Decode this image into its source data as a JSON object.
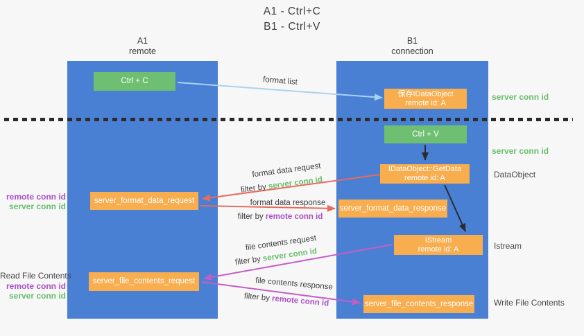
{
  "title": {
    "line1": "A1 - Ctrl+C",
    "line2": "B1 - Ctrl+V"
  },
  "lanes": {
    "left": {
      "header_line1": "A1",
      "header_line2": "remote"
    },
    "right": {
      "header_line1": "B1",
      "header_line2": "connection"
    }
  },
  "nodes": {
    "ctrl_c": "Ctrl + C",
    "save_idataobject": {
      "line1": "保存IDataObject",
      "line2": "remote id: A"
    },
    "ctrl_v": "Ctrl + V",
    "getdata": {
      "line1": "IDataObject::GetData",
      "line2": "remote id: A"
    },
    "istream": {
      "line1": "IStream",
      "line2": "remote id: A"
    },
    "format_request": "server_format_data_request",
    "format_response": "server_format_data_response",
    "file_request": "server_file_contents_request",
    "file_response": "server_file_contents_response"
  },
  "arrow_labels": {
    "format_list": "format list",
    "format_request": {
      "text": "format data request",
      "filter_prefix": "filter by ",
      "filter_key": "server conn id"
    },
    "format_response": {
      "text": "format data response",
      "filter_prefix": "filter by ",
      "filter_key": "remote conn id"
    },
    "file_request": {
      "text": "file contents request",
      "filter_prefix": "filter by ",
      "filter_key": "server conn id"
    },
    "file_response": {
      "text": "file contents response",
      "filter_prefix": "filter by ",
      "filter_key": "remote conn id"
    }
  },
  "side_labels": {
    "left": {
      "remote_conn_1": "remote conn id",
      "server_conn_1": "server conn id",
      "read_file": "Read File Contents",
      "remote_conn_2": "remote conn id",
      "server_conn_2": "server conn id"
    },
    "right": {
      "server_conn_top": "server conn id",
      "server_conn_mid": "server conn id",
      "dataobject": "DataObject",
      "istream": "Istream",
      "write_file": "Write File Contents"
    }
  },
  "colors": {
    "background": "#f7f7f7",
    "lane_blue": "#4a80d4",
    "box_green": "#6ebf72",
    "box_orange": "#f8ad4e",
    "green_label": "#67bd6b",
    "purple_label": "#a94fc6",
    "arrow_red": "#e96a5e",
    "arrow_magenta": "#c45ec6",
    "arrow_blue": "#a9d2f1",
    "arrow_black": "#2b2b2b",
    "text_dark": "#3f3f3f",
    "text_gray": "#474747"
  }
}
